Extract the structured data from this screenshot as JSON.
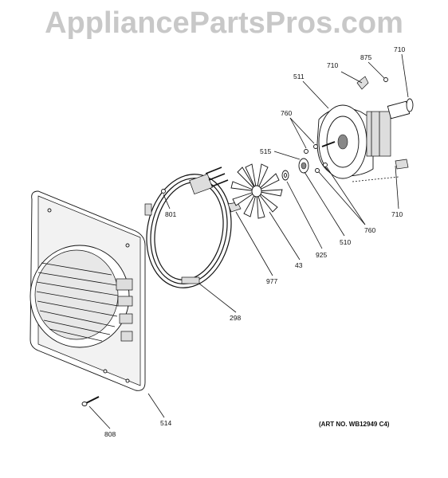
{
  "watermark": "AppliancePartsPros.com",
  "art_no": "(ART NO. WB12949 C4)",
  "callouts": {
    "c710a": "710",
    "c875": "875",
    "c710b": "710",
    "c511": "511",
    "c760a": "760",
    "c515": "515",
    "c801": "801",
    "c710c": "710",
    "c760b": "760",
    "c510": "510",
    "c925": "925",
    "c43": "43",
    "c977": "977",
    "c298": "298",
    "c514": "514",
    "c808": "808"
  }
}
